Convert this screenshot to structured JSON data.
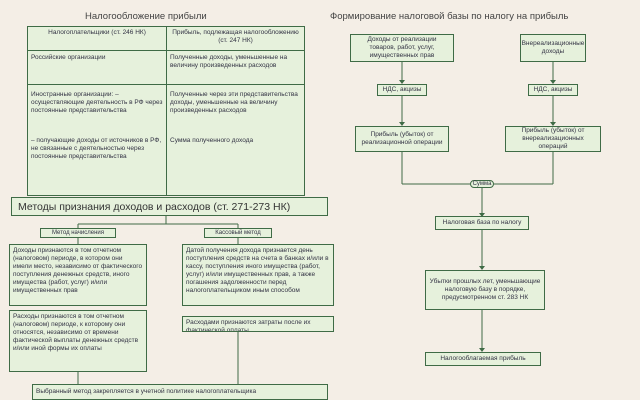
{
  "left_title": "Налогообложение прибыли",
  "right_title": "Формирование налоговой базы по налогу на прибыль",
  "tax_table": {
    "rows": [
      [
        "Налогоплательщики (ст. 246 НК)",
        "Прибыль, подлежащая налогообложению (ст. 247 НК)"
      ],
      [
        "Российские организации",
        "Полученные доходы, уменьшенные на величину произведенных расходов"
      ],
      [
        "Иностранные организации: – осуществляющие деятельность в РФ через постоянные представительства",
        "Полученные через эти представительства доходы, уменьшенные на величину произведенных расходов"
      ],
      [
        "– получающие доходы от источников в РФ, не связанные с деятельностью через постоянные представительства",
        "Сумма полученного дохода"
      ]
    ]
  },
  "methods_title": "Методы признания доходов и расходов (ст. 271-273 НК)",
  "accrual": {
    "label": "Метод начисления",
    "text1": "Доходы признаются в том отчетном (налоговом) периоде, в котором они имели место, независимо от фактического поступления денежных средств, иного имущества (работ, услуг) и/или имущественных прав",
    "text2": "Расходы признаются в том отчетном (налоговом) периоде, к которому они относятся, независимо от времени фактической выплаты денежных средств и/или иной формы их оплаты"
  },
  "cash": {
    "label": "Кассовый метод",
    "text1": "Датой получения дохода признается день поступления средств на счета в банках и/или в кассу, поступления иного имущества (работ, услуг) и/или имущественных прав, а также погашения задолженности перед налогоплательщиком иным способом",
    "text2": "Расходами признаются затраты после их фактической оплаты"
  },
  "bottom_note": "Выбранный метод закрепляется в учетной политике налогоплательщика",
  "flow": {
    "income_sales": "Доходы от реализации товаров, работ, услуг, имущественных прав",
    "income_nonop": "Внереализационные доходы",
    "vat1": "НДС, акцизы",
    "vat2": "НДС, акцизы",
    "profit_sales": "Прибыль (убыток) от реализационной операции",
    "profit_nonop": "Прибыль (убыток) от внереализационных операций",
    "tax_base": "Налоговая база по налогу",
    "losses": "Убытки прошлых лет, уменьшающие налоговую базу в порядке, предусмотренном ст. 283 НК",
    "taxable_profit": "Налогооблагаемая прибыль",
    "sum_sign": "Сумма"
  }
}
